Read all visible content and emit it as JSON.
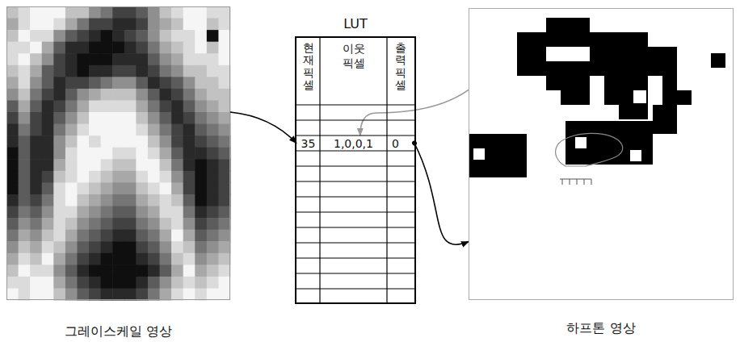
{
  "diagram": {
    "nodes": [
      {
        "text": [
          "그레이스케일 영상"
        ]
      },
      {
        "text": [
          "LUT"
        ]
      },
      {
        "text": [
          "현재픽셀"
        ],
        "in": 1
      },
      {
        "text": [
          "이웃 픽셀"
        ],
        "in": 1
      },
      {
        "text": [
          "출력픽셀"
        ],
        "in": 1
      },
      {
        "text": [
          "35"
        ],
        "in": 1
      },
      {
        "text": [
          "1,0,0,1"
        ],
        "in": 1
      },
      {
        "text": [
          "0"
        ],
        "in": 1
      },
      {
        "text": [
          "하프톤 영상"
        ]
      }
    ],
    "edges": [
      {
        "from": 0,
        "to": 5,
        "arrow": "to"
      },
      {
        "from": 7,
        "to": 8,
        "arrow": "to"
      },
      {
        "from": 8,
        "to": 6,
        "arrow": "to"
      }
    ]
  }
}
